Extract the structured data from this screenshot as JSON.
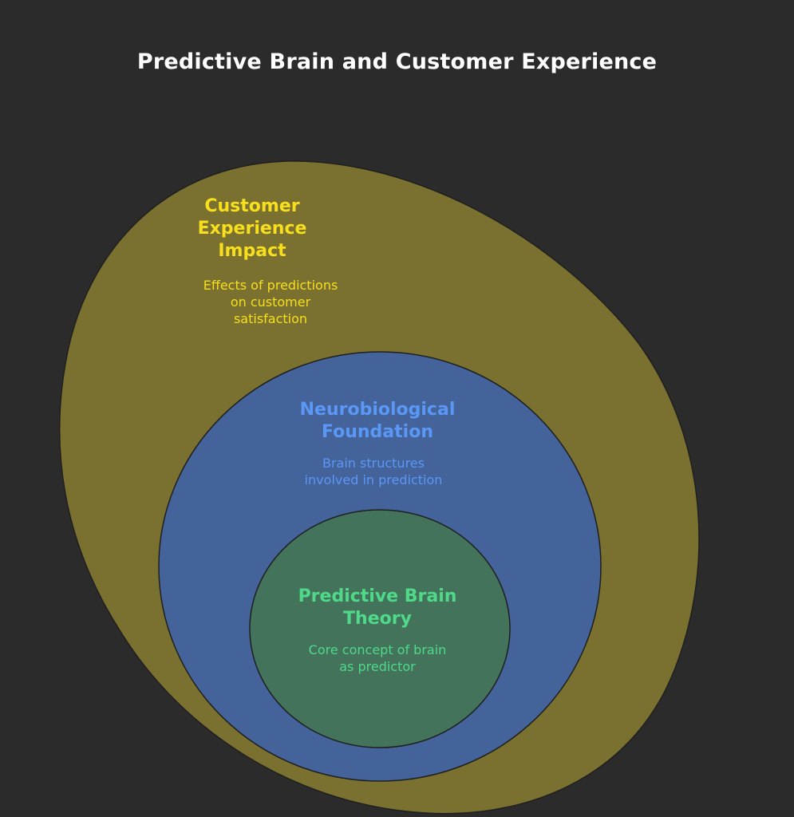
{
  "title": "Predictive Brain and Customer Experience",
  "layers": [
    {
      "id": "outer",
      "title": "Customer Experience Impact",
      "title_lines": [
        "Customer",
        "Experience",
        "Impact"
      ],
      "description_lines": [
        "Effects of predictions",
        "on customer",
        "satisfaction"
      ],
      "fill_color": "#7a7130",
      "text_color": "#f7df1e"
    },
    {
      "id": "middle",
      "title": "Neurobiological Foundation",
      "title_lines": [
        "Neurobiological",
        "Foundation"
      ],
      "description_lines": [
        "Brain structures",
        "involved in prediction"
      ],
      "fill_color": "#43639a",
      "text_color": "#5b97f5"
    },
    {
      "id": "inner",
      "title": "Predictive Brain Theory",
      "title_lines": [
        "Predictive Brain",
        "Theory"
      ],
      "description_lines": [
        "Core concept of brain",
        "as predictor"
      ],
      "fill_color": "#43735a",
      "text_color": "#4fd989"
    }
  ],
  "colors": {
    "background": "#2b2b2b",
    "title": "#ffffff",
    "outline": "#1f1f1f"
  }
}
